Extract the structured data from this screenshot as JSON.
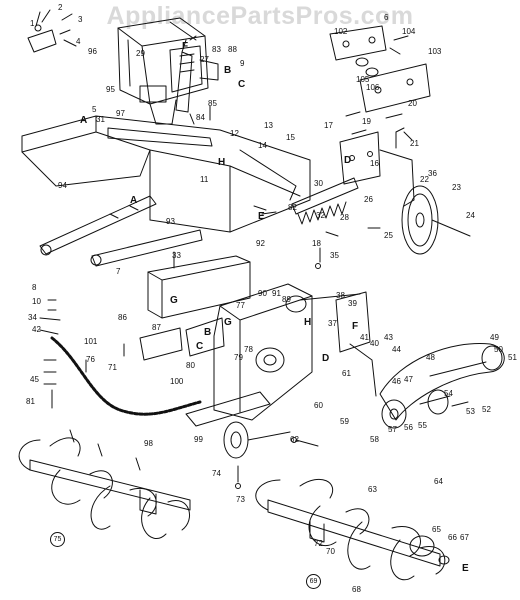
{
  "watermark": "AppliancePartsPros.com",
  "part_numbers": [
    "1",
    "2",
    "3",
    "4",
    "5",
    "6",
    "7",
    "8",
    "9",
    "10",
    "11",
    "12",
    "13",
    "14",
    "15",
    "16",
    "17",
    "18",
    "19",
    "20",
    "21",
    "22",
    "23",
    "24",
    "25",
    "26",
    "27",
    "28",
    "29",
    "30",
    "31",
    "32",
    "33",
    "34",
    "35",
    "36",
    "37",
    "38",
    "39",
    "40",
    "41",
    "42",
    "43",
    "44",
    "45",
    "46",
    "47",
    "48",
    "49",
    "50",
    "51",
    "52",
    "53",
    "54",
    "55",
    "56",
    "57",
    "58",
    "59",
    "60",
    "61",
    "62",
    "63",
    "64",
    "65",
    "66",
    "67",
    "68",
    "69",
    "70",
    "71",
    "72",
    "73",
    "74",
    "75",
    "76",
    "77",
    "78",
    "79",
    "80",
    "81",
    "82",
    "83",
    "84",
    "85",
    "86",
    "87",
    "88",
    "89",
    "90",
    "91",
    "92",
    "93",
    "94",
    "95",
    "96",
    "97",
    "98",
    "99",
    "100",
    "101",
    "102",
    "103",
    "104",
    "105",
    "106"
  ],
  "reference_letters": [
    "A",
    "B",
    "C",
    "D",
    "E",
    "F",
    "G",
    "H"
  ],
  "circled_numbers": [
    "69",
    "75"
  ]
}
